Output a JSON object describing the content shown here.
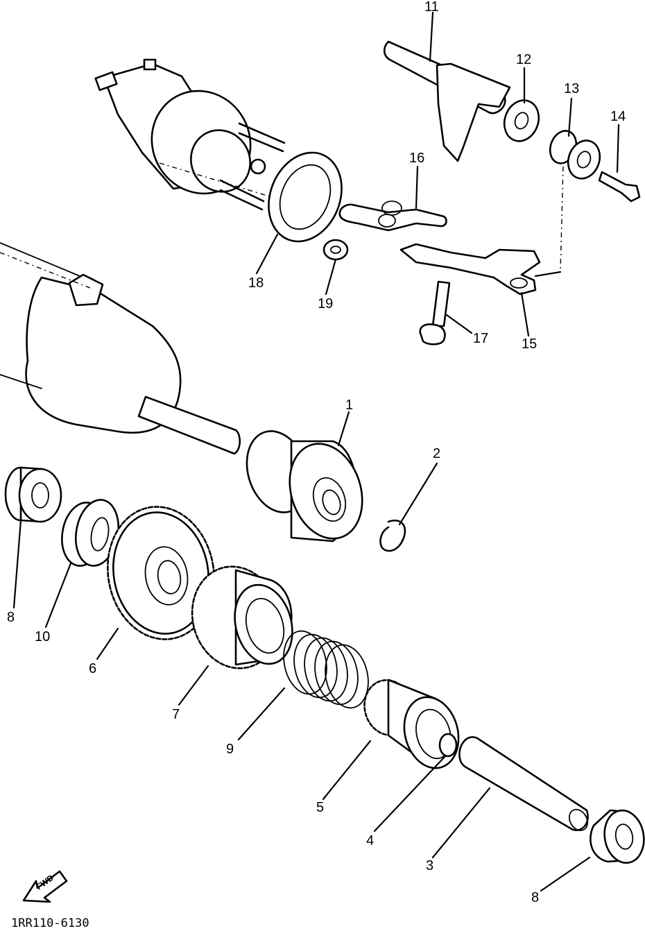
{
  "diagram": {
    "type": "exploded-parts-diagram",
    "callouts": [
      "1",
      "2",
      "3",
      "4",
      "5",
      "6",
      "7",
      "8",
      "9",
      "10",
      "11",
      "12",
      "13",
      "14",
      "15",
      "16",
      "17",
      "18",
      "19"
    ],
    "drawing_code": "1RR110-6130",
    "direction_arrow_label": "FWD",
    "line_color": "#000000",
    "background_color": "#ffffff"
  }
}
